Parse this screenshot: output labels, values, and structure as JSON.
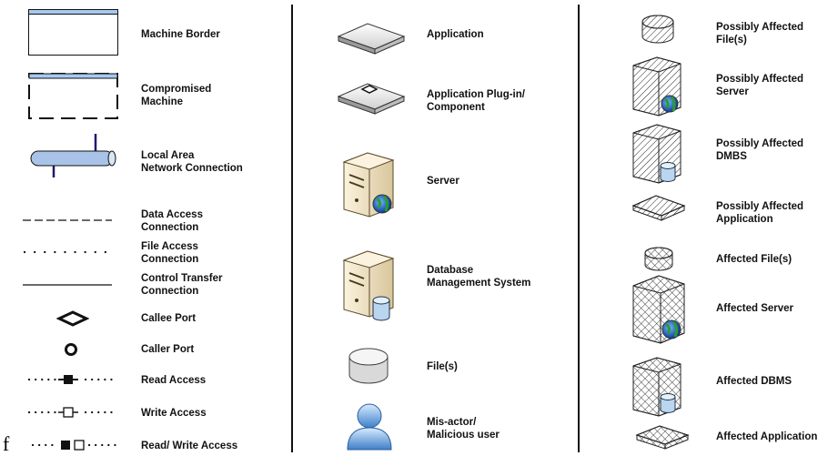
{
  "legend": {
    "left": [
      {
        "icon": "machine-border-icon",
        "label": "Machine Border"
      },
      {
        "icon": "compromised-machine-icon",
        "label": "Compromised\nMachine"
      },
      {
        "icon": "lan-connection-icon",
        "label": "Local Area\nNetwork Connection"
      },
      {
        "icon": "data-access-line-icon",
        "label": "Data Access\nConnection"
      },
      {
        "icon": "file-access-line-icon",
        "label": "File Access\nConnection"
      },
      {
        "icon": "control-transfer-line-icon",
        "label": "Control Transfer\nConnection"
      },
      {
        "icon": "callee-port-icon",
        "label": "Callee Port"
      },
      {
        "icon": "caller-port-icon",
        "label": "Caller Port"
      },
      {
        "icon": "read-access-icon",
        "label": "Read Access"
      },
      {
        "icon": "write-access-icon",
        "label": "Write Access"
      },
      {
        "icon": "read-write-access-icon",
        "label": "Read/ Write Access"
      }
    ],
    "middle": [
      {
        "icon": "application-icon",
        "label": "Application"
      },
      {
        "icon": "application-plugin-icon",
        "label": "Application Plug-in/\nComponent"
      },
      {
        "icon": "server-icon",
        "label": "Server"
      },
      {
        "icon": "dbms-icon",
        "label": "Database\nManagement System"
      },
      {
        "icon": "file-icon",
        "label": "File(s)"
      },
      {
        "icon": "mis-actor-icon",
        "label": "Mis-actor/\nMalicious user"
      }
    ],
    "right": [
      {
        "icon": "possibly-affected-file-icon",
        "label": "Possibly Affected\nFile(s)"
      },
      {
        "icon": "possibly-affected-server-icon",
        "label": "Possibly Affected\nServer"
      },
      {
        "icon": "possibly-affected-dbms-icon",
        "label": "Possibly Affected\nDMBS"
      },
      {
        "icon": "possibly-affected-application-icon",
        "label": "Possibly Affected\nApplication"
      },
      {
        "icon": "affected-file-icon",
        "label": "Affected File(s)"
      },
      {
        "icon": "affected-server-icon",
        "label": "Affected Server"
      },
      {
        "icon": "affected-dbms-icon",
        "label": "Affected DBMS"
      },
      {
        "icon": "affected-application-icon",
        "label": "Affected Application"
      }
    ]
  },
  "stray_text": "f",
  "colors": {
    "lan_pipe": "#a9c3e8",
    "lan_stroke": "#1e1a6e",
    "border_bar": "#a8c8f0",
    "server_body": "#f0e3c4"
  }
}
